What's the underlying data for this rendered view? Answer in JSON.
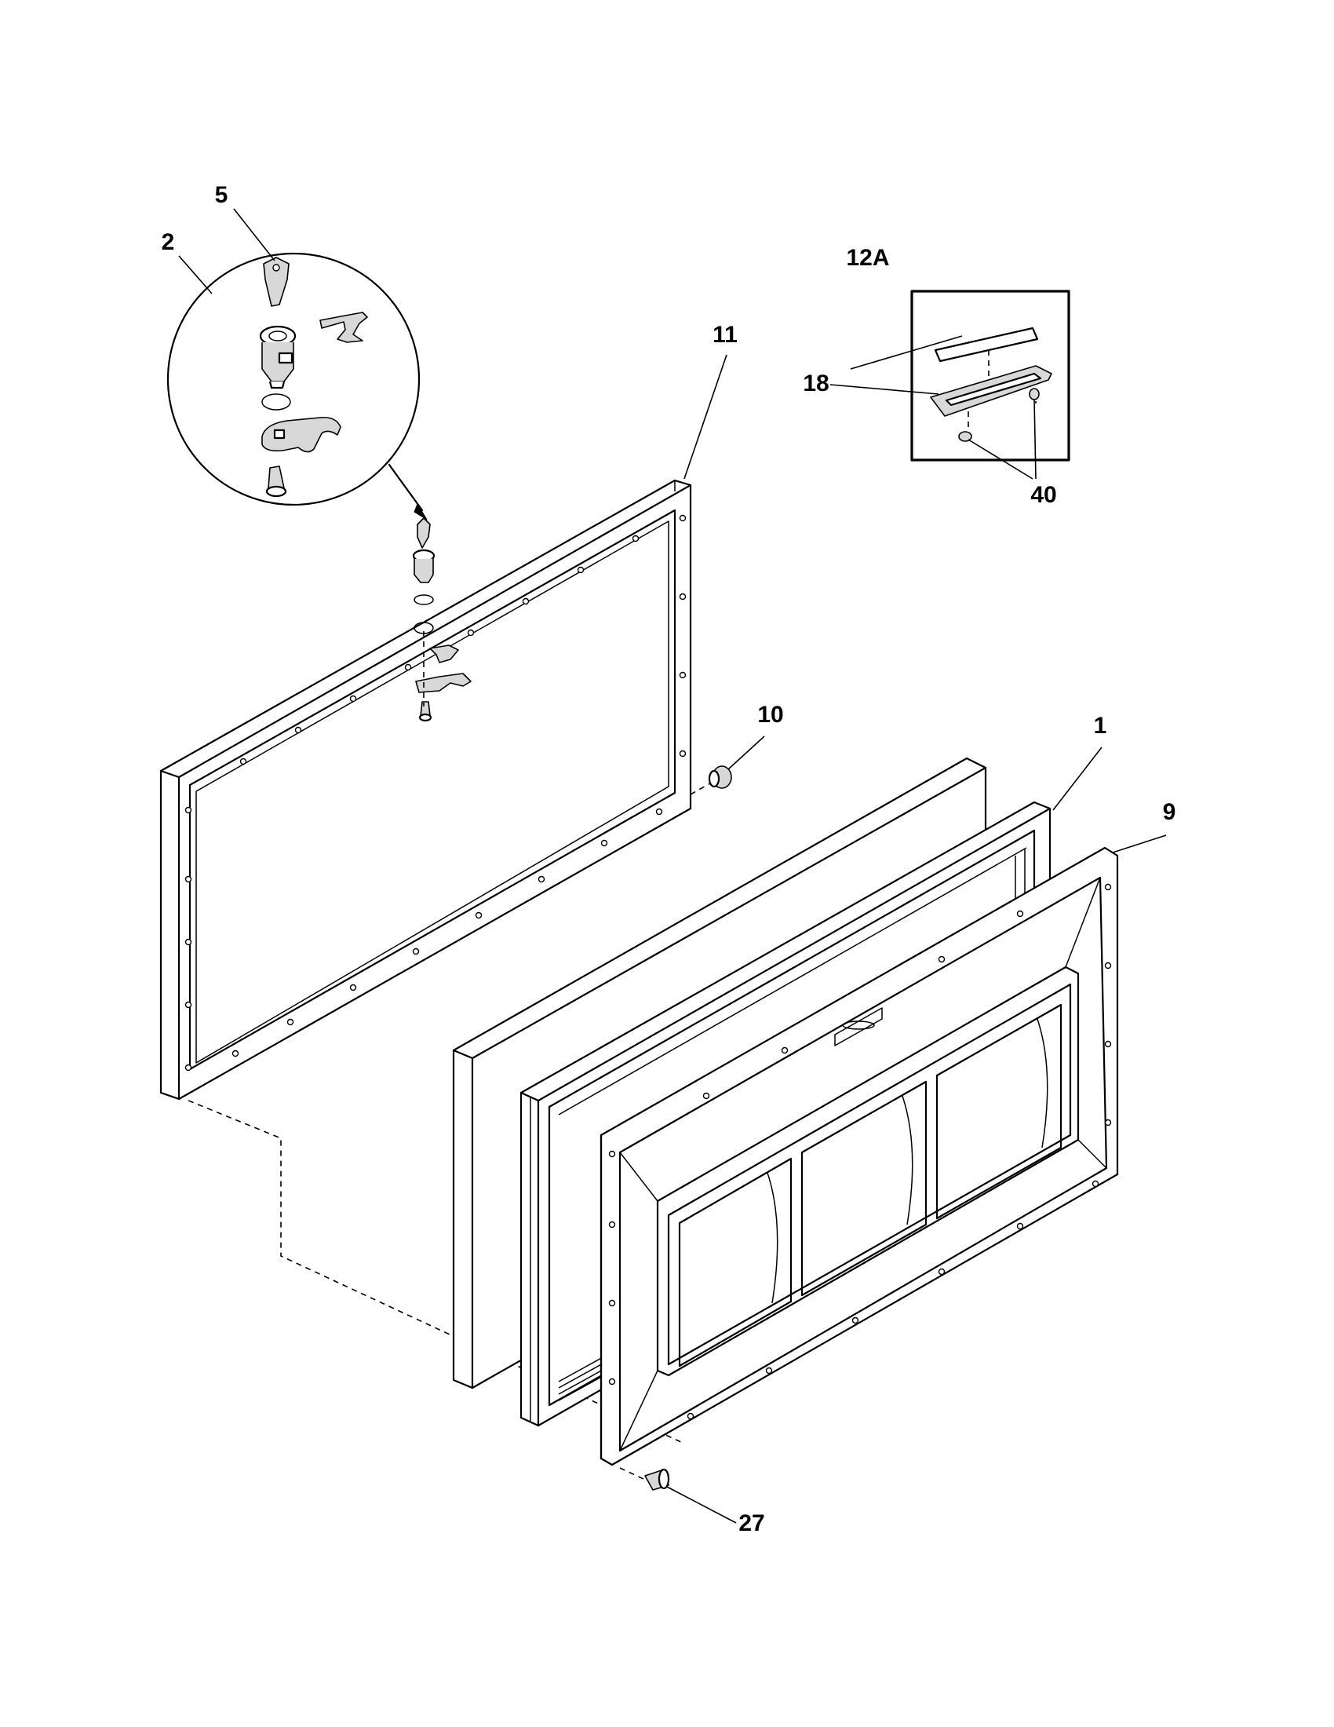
{
  "callouts": {
    "c1": "1",
    "c2": "2",
    "c5": "5",
    "c9": "9",
    "c10": "10",
    "c11": "11",
    "c12a": "12A",
    "c18": "18",
    "c27": "27",
    "c40": "40"
  }
}
